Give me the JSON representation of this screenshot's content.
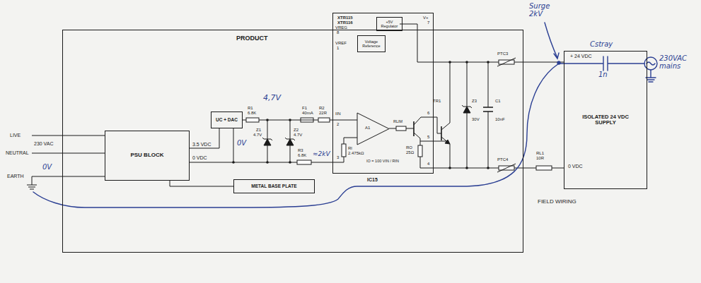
{
  "diagram": {
    "nodes": [
      {
        "text": [
          "PRODUCT"
        ]
      },
      {
        "text": [
          "PSU BLOCK"
        ],
        "in": 0
      },
      {
        "text": [
          "UC + DAC"
        ],
        "in": 0
      },
      {
        "text": [
          "METAL BASE PLATE"
        ],
        "in": 0
      },
      {
        "text": [
          "XTR115 XTR116",
          "IC15"
        ],
        "in": 0
      },
      {
        "text": [
          "+5V Regulator"
        ],
        "in": 4
      },
      {
        "text": [
          "Voltage Reference"
        ],
        "in": 4
      },
      {
        "text": [
          "ISOLATED 24 VDC SUPPLY"
        ]
      }
    ],
    "edges": [
      {
        "from": 1,
        "to": 2,
        "arrow": "none"
      },
      {
        "from": 1,
        "to": 3,
        "arrow": "none"
      },
      {
        "from": 2,
        "to": 4,
        "arrow": "none"
      },
      {
        "from": 4,
        "to": 7,
        "arrow": "none"
      },
      {
        "from": 4,
        "to": 7,
        "arrow": "none"
      }
    ],
    "labels": [
      "LIVE",
      "230 VAC",
      "NEUTRAL",
      "EARTH",
      "3.5 VDC",
      "0 VDC",
      "R1",
      "6.8K",
      "Z1",
      "4.7V",
      "Z2",
      "4.7V",
      "F1",
      "40mA",
      "R2",
      "22R",
      "R3",
      "6.8K",
      "VREG",
      "8",
      "VREF",
      "1",
      "IIN",
      "2",
      "3",
      "4",
      "V+",
      "7",
      "6",
      "5",
      "A1",
      "RLIM",
      "RI",
      "2.475kΩ",
      "RO",
      "25Ω",
      "IO = 100 VIN / RIN",
      "TR1",
      "Z3",
      "30V",
      "C1",
      "10nF",
      "PTC3",
      "+ 24 VDC",
      "PTC4",
      "RL1",
      "10R",
      "0 VDC",
      "FIELD WIRING",
      "4,7V",
      "0V",
      "≈2kV",
      "0V",
      "Surge 2kV",
      "Cstray",
      "1n",
      "230VAC mains"
    ]
  }
}
